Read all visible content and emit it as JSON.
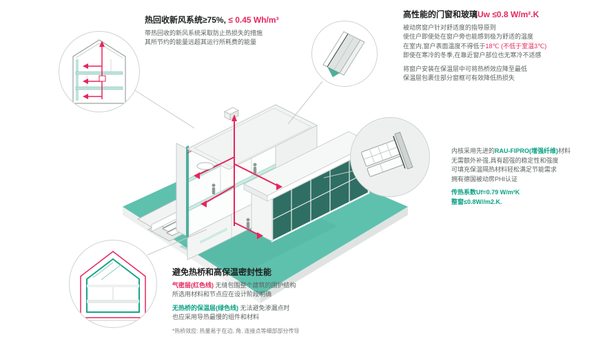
{
  "hrv": {
    "title_main": "热回收新风系统≥75%,",
    "title_value": " ≤ 0.45 Wh/m³",
    "line1": "带热回收的新风系统采取防止热损失的措施",
    "line2": "其所节约的能量远超其运行所耗费的能量"
  },
  "windows": {
    "title_main": "高性能的门窗和玻璃",
    "title_value": "Uw ≤0.8 W/m².K",
    "line1": "被动房窗户针对舒适度的指导原则",
    "line2": "使住户即使处在窗户旁也能感到极为舒适的温度",
    "line3_pre": "在室内,窗户表面温度不得低于",
    "line3_red": "18℃ (不低于室温3℃)",
    "line4": "即使在寒冷的冬季,在靠近窗户部位也无寒冷不适感",
    "line5": "将窗户安装在保温层中可将热桥效应降至最低",
    "line6": "保温层包裹住部分窗框可有效降低热损失"
  },
  "profile": {
    "line1_pre": "内核采用先进的",
    "line1_teal": "RAU-FIPRO(增强纤维)",
    "line1_post": "材料",
    "line2": "无需额外补强,具有超强的稳定性和强度",
    "line3": "可填充保温隔热材料轻松满足节能需求",
    "line4": "拥有德国被动房PHI认证",
    "uf": "传热系数Uf=0.79 W/m²K",
    "uw": "整窗≤0.8W//m2.K."
  },
  "thermal": {
    "title": "避免热桥和高保温密封性能",
    "line1_red": "气密层(红色线)",
    "line1_rest": " 无缝包围整个建筑的围护结构",
    "line2": "所选用材料和节点应在设计阶段明确",
    "line3_teal": "无热桥的保温层(绿色线)",
    "line3_rest": " 无法避免渗漏点时",
    "line4": "也应采用导热最慢的组件和材料",
    "footnote": "*热桥效应: 热量易于在边, 角, 连接点等细部部分传导"
  },
  "colors": {
    "accent_red": "#e6265c",
    "accent_teal": "#0aa184",
    "ground_teal": "#5ec1ad"
  }
}
